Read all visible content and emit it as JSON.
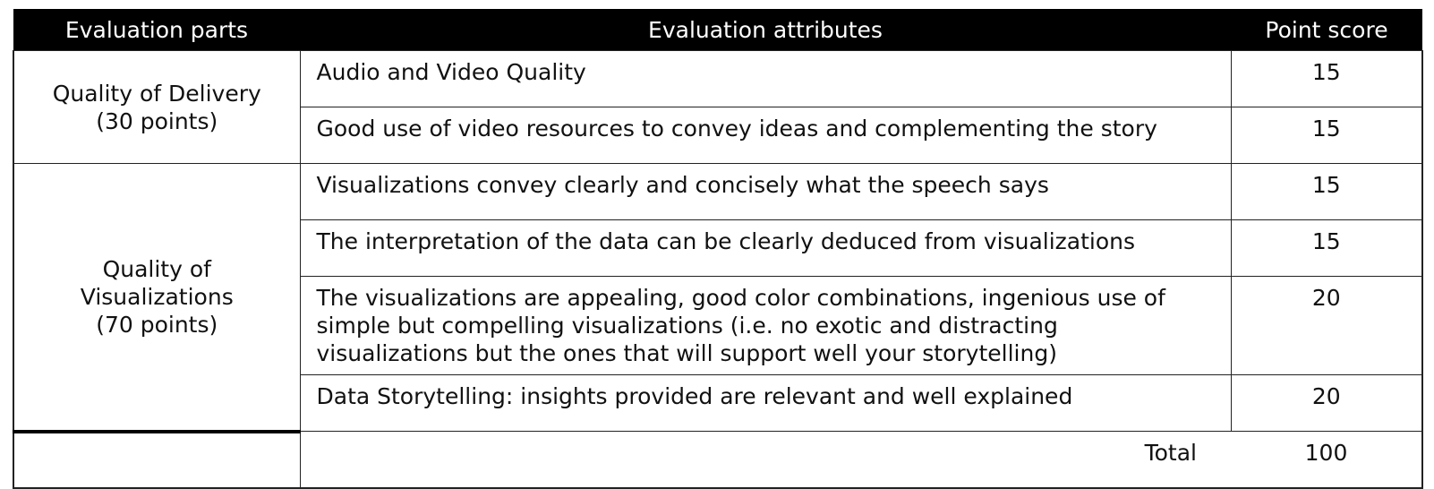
{
  "table": {
    "headers": {
      "parts": "Evaluation parts",
      "attributes": "Evaluation attributes",
      "score": "Point score"
    },
    "groups": [
      {
        "name": "Quality of Delivery",
        "points": "(30 points)",
        "rows": [
          {
            "attribute": "Audio and Video Quality",
            "score": "15"
          },
          {
            "attribute": "Good use of video resources to convey ideas and complementing the story",
            "score": "15"
          }
        ]
      },
      {
        "name": "Quality of Visualizations",
        "points": "(70 points)",
        "rows": [
          {
            "attribute": "Visualizations convey clearly and concisely what the speech says",
            "score": "15"
          },
          {
            "attribute": "The interpretation of the data can be clearly deduced from visualizations",
            "score": "15"
          },
          {
            "attribute": "The visualizations are appealing, good color combinations, ingenious use of simple but compelling visualizations (i.e. no exotic and distracting visualizations but the ones that will support well your storytelling)",
            "score": "20"
          },
          {
            "attribute": "Data Storytelling: insights provided are relevant and well explained",
            "score": "20"
          }
        ]
      }
    ],
    "total": {
      "label": "Total",
      "value": "100"
    }
  }
}
